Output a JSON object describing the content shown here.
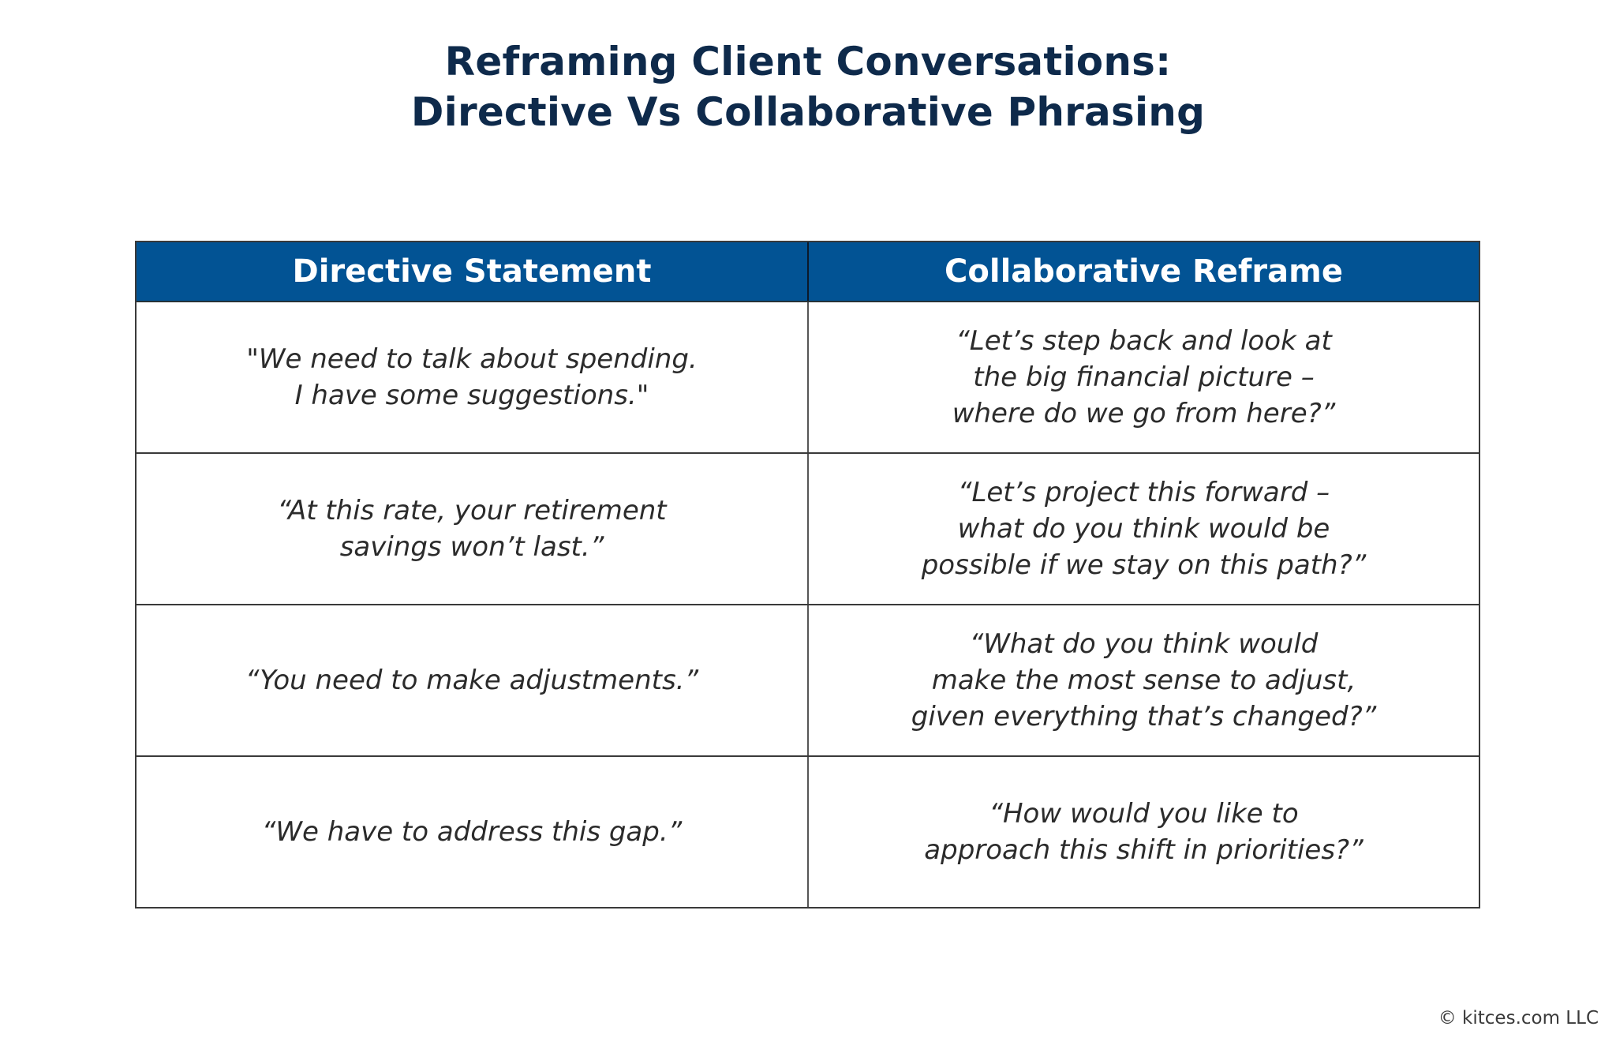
{
  "title": {
    "line1": "Reframing Client Conversations:",
    "line2": "Directive Vs Collaborative Phrasing",
    "color": "#0e2a4b"
  },
  "table": {
    "header_color": "#025394",
    "columns": [
      "Directive Statement",
      "Collaborative Reframe"
    ],
    "rows": [
      {
        "directive": "\"We need to talk about spending.\nI have some suggestions.\"",
        "collaborative": "“Let’s step back and look at\nthe big financial picture –\nwhere do we go from here?”"
      },
      {
        "directive": "“At this rate, your retirement\nsavings won’t last.”",
        "collaborative": "“Let’s project this forward –\nwhat do you think would be\npossible if we stay on this path?”"
      },
      {
        "directive": "“You need to make adjustments.”",
        "collaborative": "“What do you think would\nmake the most sense to adjust,\ngiven everything that’s changed?”"
      },
      {
        "directive": "“We have to address this gap.”",
        "collaborative": "“How would you like to\napproach this shift in priorities?”"
      }
    ]
  },
  "footer": {
    "copyright": "© kitces.com LLC"
  }
}
